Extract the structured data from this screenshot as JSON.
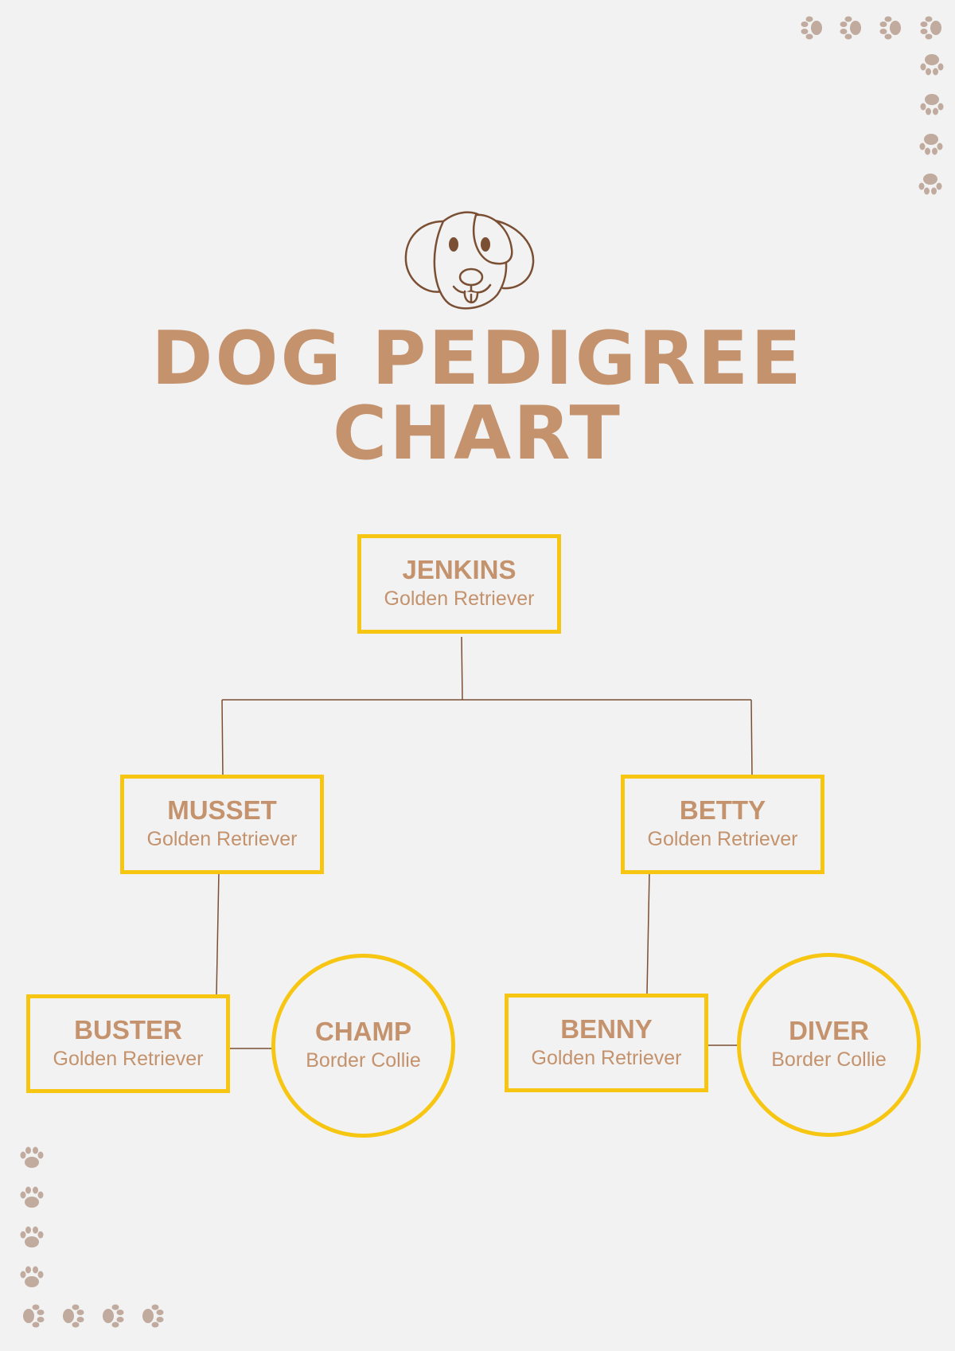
{
  "title": {
    "line1": "DOG PEDIGREE",
    "line2": "CHART"
  },
  "colors": {
    "background": "#f2f2f2",
    "accent_border": "#f7c613",
    "text": "#c4926c",
    "line": "#7a4f33",
    "paw": "#c0ab9e"
  },
  "icons": {
    "logo": "dog-face-icon",
    "decoration": "paw-print-icon"
  },
  "nodes": {
    "jenkins": {
      "name": "JENKINS",
      "breed": "Golden Retriever"
    },
    "musset": {
      "name": "MUSSET",
      "breed": "Golden Retriever"
    },
    "betty": {
      "name": "BETTY",
      "breed": "Golden Retriever"
    },
    "buster": {
      "name": "BUSTER",
      "breed": "Golden Retriever"
    },
    "champ": {
      "name": "CHAMP",
      "breed": "Border Collie"
    },
    "benny": {
      "name": "BENNY",
      "breed": "Golden Retriever"
    },
    "diver": {
      "name": "DIVER",
      "breed": "Border Collie"
    }
  }
}
